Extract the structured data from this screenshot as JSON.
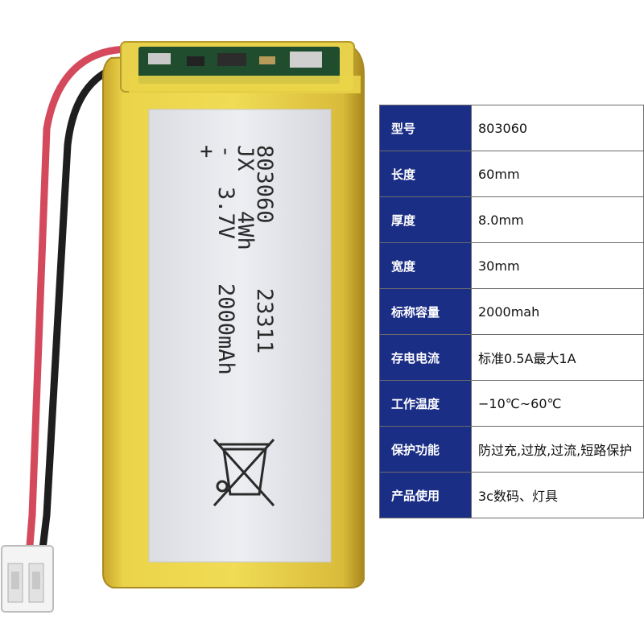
{
  "battery_print": {
    "brand": "JX",
    "energy": "4Wh",
    "voltage": "3.7V",
    "model": "803060",
    "batch": "23311",
    "capacity": "2000mAh",
    "minus": "-",
    "plus": "+"
  },
  "colors": {
    "header_cell": "#1b2e86",
    "battery_wrap": "#e2c93a",
    "label": "#e8e9ed"
  },
  "specs": [
    {
      "key": "型号",
      "value": "803060"
    },
    {
      "key": "长度",
      "value": "60mm"
    },
    {
      "key": "厚度",
      "value": "8.0mm"
    },
    {
      "key": "宽度",
      "value": "30mm"
    },
    {
      "key": "标称容量",
      "value": "2000mah"
    },
    {
      "key": "存电电流",
      "value": "标准0.5A最大1A"
    },
    {
      "key": "工作温度",
      "value": "−10℃~60℃"
    },
    {
      "key": "保护功能",
      "value": "防过充,过放,过流,短路保护"
    },
    {
      "key": "产品使用",
      "value": "3c数码、灯具"
    }
  ]
}
